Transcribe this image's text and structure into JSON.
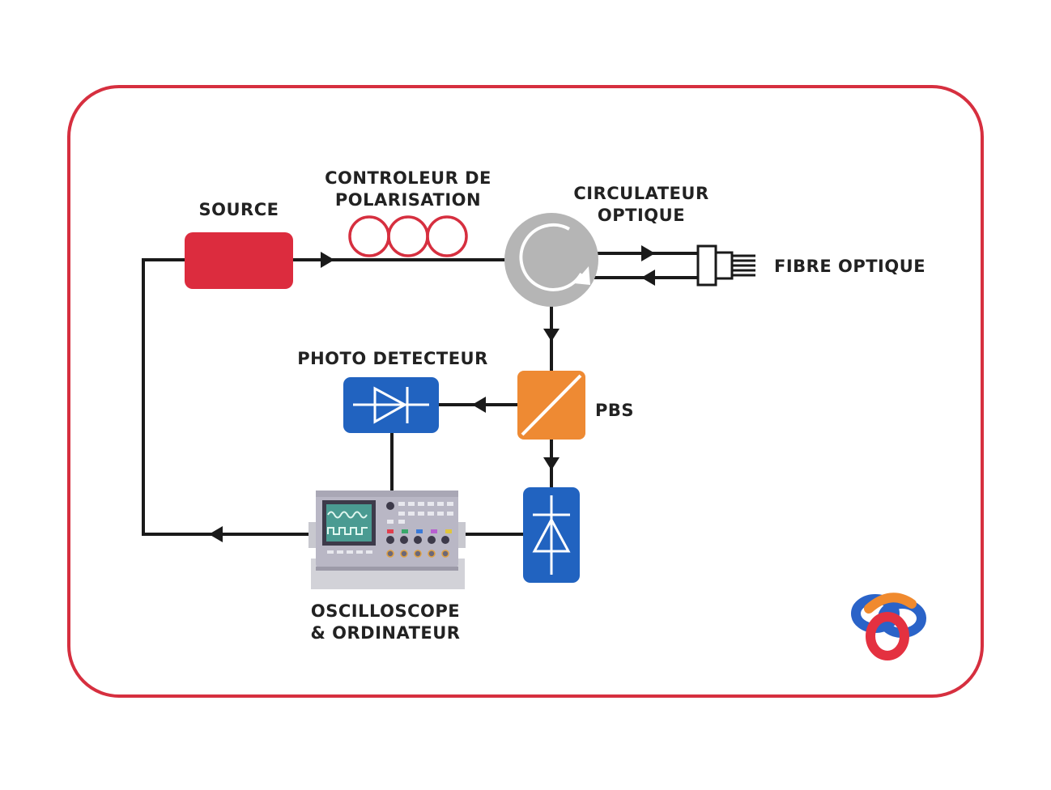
{
  "labels": {
    "source": "SOURCE",
    "polarization_controller_line1": "CONTROLEUR DE",
    "polarization_controller_line2": "POLARISATION",
    "circulator_line1": "CIRCULATEUR",
    "circulator_line2": "OPTIQUE",
    "optical_fiber": "FIBRE OPTIQUE",
    "photodetector": "PHOTO DETECTEUR",
    "pbs": "PBS",
    "oscilloscope_line1": "OSCILLOSCOPE",
    "oscilloscope_line2": "& ORDINATEUR"
  },
  "colors": {
    "frame": "#d62f3f",
    "source": "#dc2c3e",
    "controller_loops": "#d62f3f",
    "circulator": "#b5b5b5",
    "pbs": "#ee8a33",
    "detector": "#2163c0",
    "wire": "#1a1a1a"
  },
  "icons": {
    "logo": "interlocking-rings-logo",
    "oscilloscope": "oscilloscope-icon",
    "diode": "photodiode-icon"
  }
}
